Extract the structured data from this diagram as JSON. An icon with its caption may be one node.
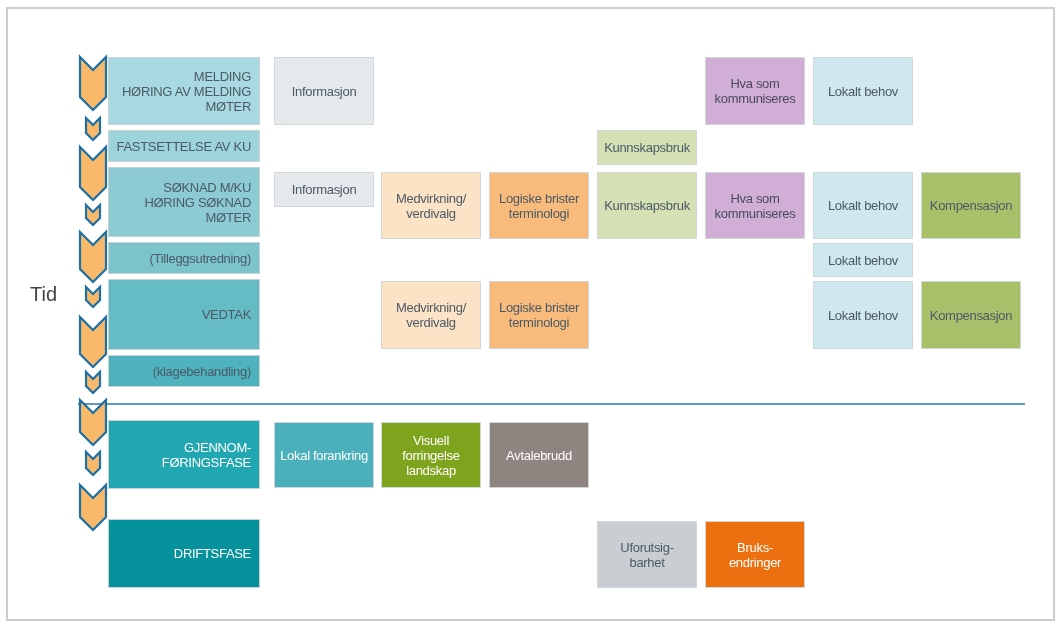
{
  "diagram": {
    "nodes": [
      {
        "text": [
          "MELDING",
          "HØRING AV MELDING",
          "MØTER"
        ]
      },
      {
        "text": [
          "FASTSETTELSE AV KU"
        ]
      },
      {
        "text": [
          "SØKNAD M/KU",
          "HØRING SØKNAD",
          "MØTER"
        ]
      },
      {
        "text": [
          "(Tilleggsutredning)"
        ]
      },
      {
        "text": [
          "VEDTAK"
        ]
      },
      {
        "text": [
          "(klagebehandling)"
        ]
      },
      {
        "text": [
          "GJENNOM- FØRINGSFASE"
        ]
      },
      {
        "text": [
          "DRIFTSFASE"
        ]
      },
      {
        "text": [
          "Informasjon"
        ]
      },
      {
        "text": [
          "Hva som kommuniseres"
        ]
      },
      {
        "text": [
          "Lokalt behov"
        ]
      },
      {
        "text": [
          "Kunnskapsbruk"
        ]
      },
      {
        "text": [
          "Informasjon"
        ]
      },
      {
        "text": [
          "Medvirkning/ verdivalg"
        ]
      },
      {
        "text": [
          "Logiske brister terminologi"
        ]
      },
      {
        "text": [
          "Kunnskapsbruk"
        ]
      },
      {
        "text": [
          "Hva som kommuniseres"
        ]
      },
      {
        "text": [
          "Lokalt behov"
        ]
      },
      {
        "text": [
          "Kompensasjon"
        ]
      },
      {
        "text": [
          "Lokalt behov"
        ]
      },
      {
        "text": [
          "Medvirkning/ verdivalg"
        ]
      },
      {
        "text": [
          "Logiske brister terminologi"
        ]
      },
      {
        "text": [
          "Lokalt behov"
        ]
      },
      {
        "text": [
          "Kompensasjon"
        ]
      },
      {
        "text": [
          "Lokal forankring"
        ]
      },
      {
        "text": [
          "Visuell forringelse landskap"
        ]
      },
      {
        "text": [
          "Avtalebrudd"
        ]
      },
      {
        "text": [
          "Uforutsig- barhet"
        ]
      },
      {
        "text": [
          "Bruks- endringer"
        ]
      }
    ],
    "labels": [
      "Tid"
    ]
  }
}
